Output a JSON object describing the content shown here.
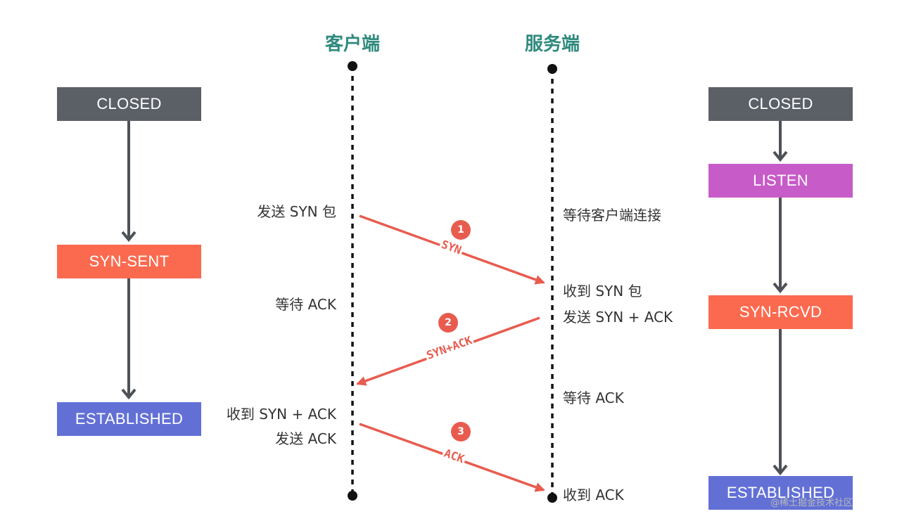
{
  "lanes": {
    "client_title": "客户端",
    "server_title": "服务端"
  },
  "client_states": {
    "closed": "CLOSED",
    "syn_sent": "SYN-SENT",
    "established": "ESTABLISHED"
  },
  "server_states": {
    "closed": "CLOSED",
    "listen": "LISTEN",
    "syn_rcvd": "SYN-RCVD",
    "established": "ESTABLISHED"
  },
  "client_notes": {
    "send_syn": "发送 SYN 包",
    "wait_ack": "等待 ACK",
    "recv_syn_ack": "收到 SYN + ACK",
    "send_ack": "发送 ACK"
  },
  "server_notes": {
    "wait_client": "等待客户端连接",
    "recv_syn": "收到 SYN 包",
    "send_syn_ack": "发送 SYN + ACK",
    "wait_ack": "等待 ACK",
    "recv_ack": "收到 ACK"
  },
  "messages": [
    {
      "step": "1",
      "label": "SYN"
    },
    {
      "step": "2",
      "label": "SYN+ACK"
    },
    {
      "step": "3",
      "label": "ACK"
    }
  ],
  "watermark": "@稀土掘金技术社区",
  "colors": {
    "closed": "#5b5f66",
    "syn_sent": "#fb6a4f",
    "listen": "#c75bc7",
    "syn_rcvd": "#fb6a4f",
    "established": "#6270d6",
    "arrow": "#e85c4f",
    "title": "#2f8a7d"
  }
}
